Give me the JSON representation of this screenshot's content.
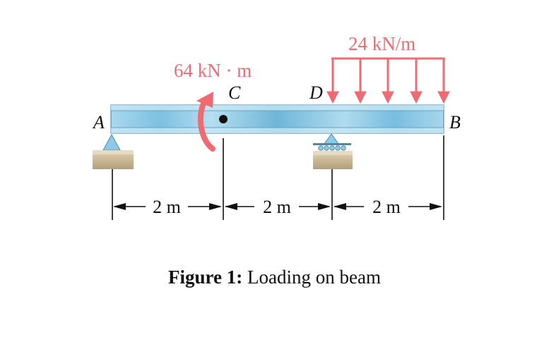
{
  "diagram": {
    "moment_label": "64 kN · m",
    "load_label": "24 kN/m",
    "point_a": "A",
    "point_b": "B",
    "point_c": "C",
    "point_d": "D",
    "dim_1": "2 m",
    "dim_2": "2 m",
    "dim_3": "2 m"
  },
  "caption": {
    "label": "Figure 1:",
    "text": "Loading on beam"
  },
  "colors": {
    "load": "#ee6b73",
    "beam": "#7fc2e0",
    "beam_edge": "#5a8fa8",
    "ground": "#c4b190",
    "support": "#8ecae6"
  }
}
